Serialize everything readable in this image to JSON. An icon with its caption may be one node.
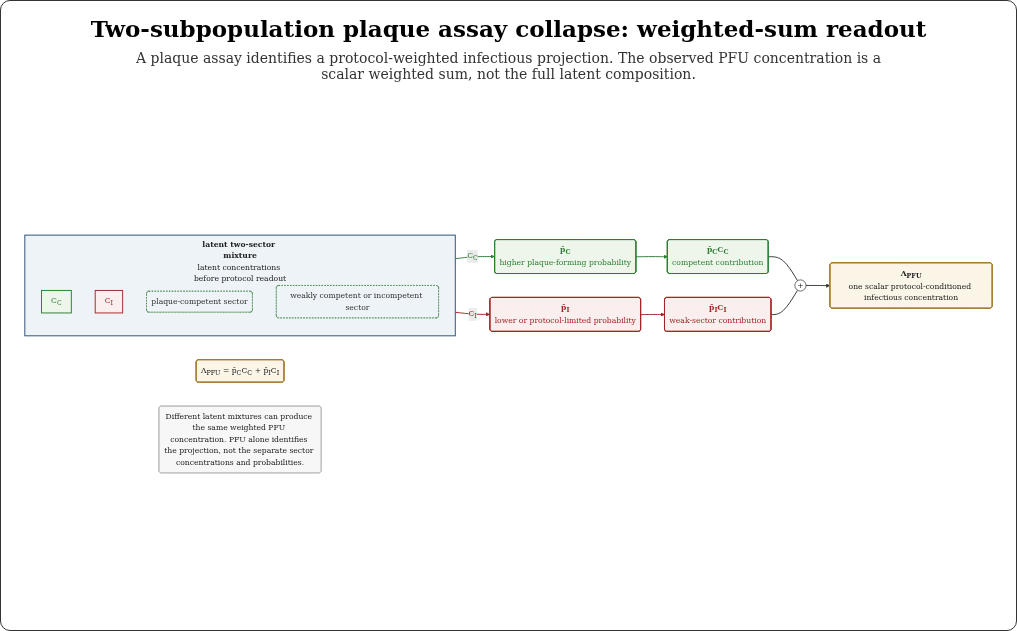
{
  "diagram": {
    "title": "Two-subpopulation plaque assay collapse: weighted-sum readout",
    "nodes": [
      {
        "text": [
          "Λ$_{PFU}$ = p̄$_{C}$C$_{C}$ + p̄$_{I}$C$_{I}$"
        ]
      },
      {
        "text": [
          "latent two-sector mixture",
          "latent concentrations before protocol readout"
        ]
      },
      {
        "text": [
          "C$_{C}$"
        ],
        "in": 1
      },
      {
        "text": [
          "C$_{I}$"
        ],
        "in": 1
      },
      {
        "text": [
          "plaque-competent sector"
        ],
        "in": 1
      },
      {
        "text": [
          "weakly competent or incompetent sector"
        ],
        "in": 1
      },
      {
        "text": [
          "p̄$_{C}$",
          "higher plaque-forming probability"
        ]
      },
      {
        "text": [
          "p̄$_{C}$C$_{C}$",
          "competent contribution"
        ]
      },
      {
        "text": [
          "p̄$_{I}$",
          "lower or protocol-limited probability"
        ]
      },
      {
        "text": [
          "p̄$_{I}$C$_{I}$",
          "weak-sector contribution"
        ]
      },
      {
        "text": [
          "+"
        ]
      },
      {
        "text": [
          "Λ$_{PFU}$",
          "one scalar protocol-conditioned infectious concentration"
        ]
      },
      {
        "text": [
          "Different latent mixtures can produce the same weighted PFU concentration. PFU alone identifies the projection, not the separate sector concentrations and probabilities."
        ]
      }
    ],
    "edges": [
      {
        "from": 1,
        "to": 6,
        "arrow": "to",
        "label": "C$_{C}$",
        "color": "#2e7d32"
      },
      {
        "from": 1,
        "to": 8,
        "arrow": "to",
        "label": "C$_{I}$",
        "color": "#a32626"
      },
      {
        "from": 6,
        "to": 7,
        "arrow": "to",
        "color": "#2e7d32"
      },
      {
        "from": 8,
        "to": 9,
        "arrow": "to",
        "color": "#a32626"
      },
      {
        "from": 7,
        "to": 10,
        "arrow": "none"
      },
      {
        "from": 9,
        "to": 10,
        "arrow": "none"
      },
      {
        "from": 10,
        "to": 11,
        "arrow": "to"
      }
    ],
    "labels": [
      "A plaque assay identifies a protocol-weighted infectious projection. The observed PFU concentration is a scalar weighted sum, not the full latent composition."
    ]
  }
}
